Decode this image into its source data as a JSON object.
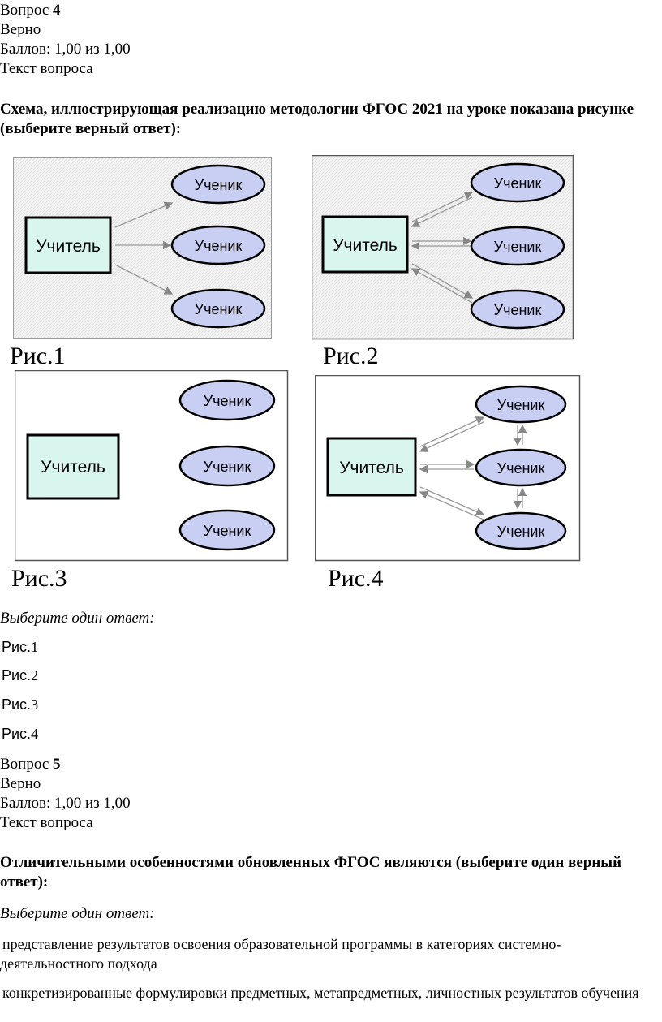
{
  "q4": {
    "label": "Вопрос",
    "number": "4",
    "status": "Верно",
    "score": "Баллов: 1,00 из 1,00",
    "text_label": "Текст вопроса",
    "question": "Схема, иллюстрирующая реализацию методологии ФГОС 2021 на уроке показана рисунке (выберите верный ответ):",
    "figures": {
      "teacher": "Учитель",
      "student": "Ученик",
      "captions": [
        "Рис.1",
        "Рис.2",
        "Рис.3",
        "Рис.4"
      ]
    },
    "choose": "Выберите один ответ:",
    "options": [
      {
        "prefix": "Рис.",
        "num": "1"
      },
      {
        "prefix": "Рис.",
        "num": "2"
      },
      {
        "prefix": "Рис.",
        "num": "3"
      },
      {
        "prefix": "Рис.",
        "num": "4"
      }
    ]
  },
  "q5": {
    "label": "Вопрос",
    "number": "5",
    "status": "Верно",
    "score": "Баллов: 1,00 из 1,00",
    "text_label": "Текст вопроса",
    "question": "Отличительными особенностями обновленных ФГОС являются (выберите один верный ответ):",
    "choose": "Выберите один ответ:",
    "options": [
      "представление результатов освоения образовательной программы в категориях системно-деятельностного подхода",
      "конкретизированные формулировки предметных, метапредметных, личностных результатов обучения"
    ]
  }
}
